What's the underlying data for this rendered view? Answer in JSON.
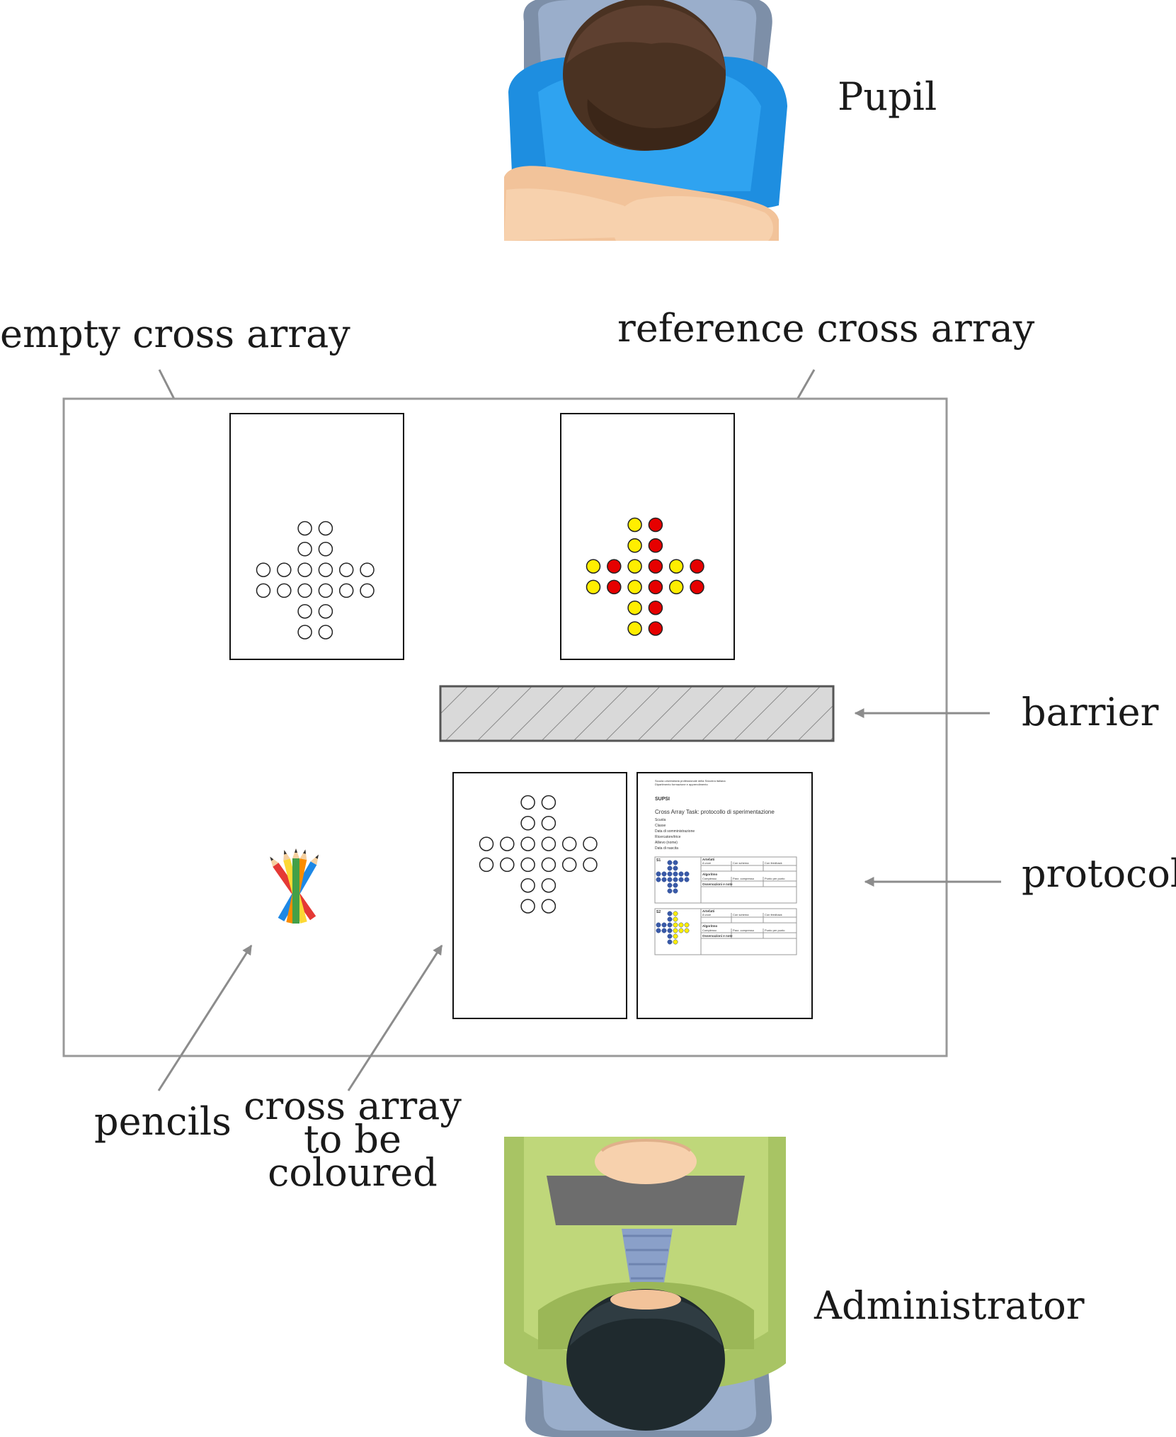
{
  "labels": {
    "pupil": "Pupil",
    "administrator": "Administrator",
    "empty_cross_array": "empty cross array",
    "reference_cross_array": "reference cross array",
    "barrier": "barrier",
    "protocol": "protocol",
    "pencils": "pencils",
    "cross_array_to_be_coloured": [
      "cross array",
      "to be",
      "coloured"
    ]
  },
  "protocol_sheet": {
    "header_line_1": "Scuola universitaria professionale della Svizzera italiana",
    "header_line_2": "Dipartimento formazione e apprendimento",
    "logo": "SUPSI",
    "title": "Cross Array Task: protocollo di sperimentazione",
    "fields": [
      "Scuola",
      "Classe",
      "Data di somministrazione",
      "Ricercatore/trice",
      "Allievo (nome)",
      "Data di nascita"
    ],
    "items": [
      {
        "id": "S1",
        "artefact": "Artefatti",
        "modes": [
          "A voce",
          "Con schema",
          "Con feedback"
        ],
        "algorithm": "Algoritmo",
        "levels": [
          "Complesso",
          "Parz. compresso",
          "Punto per punto"
        ],
        "notes": "Osservazioni e note"
      },
      {
        "id": "S2",
        "artefact": "Artefatti",
        "modes": [
          "A voce",
          "Con schema",
          "Con feedback"
        ],
        "algorithm": "Algoritmo",
        "levels": [
          "Complesso",
          "Parz. compresso",
          "Punto per punto"
        ],
        "notes": "Osservazioni e note"
      }
    ]
  },
  "colors": {
    "yellow": "#ffee00",
    "red": "#e60000",
    "blue": "#3a5aa8",
    "table_border": "#999999",
    "barrier_fill": "#d9d9d9",
    "arrow": "#8c8c8c"
  },
  "icons": {
    "pupil": "child-seen-from-above-icon",
    "administrator": "adult-seen-from-above-icon",
    "pencils": "coloured-pencils-icon"
  }
}
